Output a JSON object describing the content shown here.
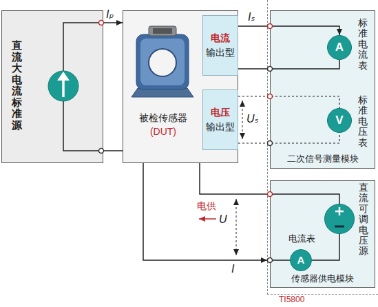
{
  "diagram": {
    "nodes": [
      {
        "text": [
          "直流大电流标准源"
        ]
      },
      {
        "text": [
          "被检传感器",
          "(DUT)"
        ]
      },
      {
        "text": [
          "电流",
          "输出型"
        ],
        "in": 1
      },
      {
        "text": [
          "电压",
          "输出型"
        ],
        "in": 1
      },
      {
        "text": [
          "TI5800"
        ]
      },
      {
        "text": [
          "二次信号测量模块"
        ],
        "in": 4
      },
      {
        "text": [
          "A",
          "标准电流表"
        ],
        "in": 5
      },
      {
        "text": [
          "V",
          "标准电压表"
        ],
        "in": 5
      },
      {
        "text": [
          "传感器供电模块"
        ],
        "in": 4
      },
      {
        "text": [
          "直流可调电压源"
        ],
        "in": 8
      },
      {
        "text": [
          "电流表",
          "A"
        ],
        "in": 8
      }
    ],
    "edges": [
      {
        "from": 0,
        "to": 1,
        "arrow": "to",
        "label": "Iₚ"
      },
      {
        "from": 0,
        "to": 1,
        "arrow": "none"
      },
      {
        "from": 2,
        "to": 6,
        "arrow": "to",
        "label": "Iₛ"
      },
      {
        "from": 2,
        "to": 6,
        "arrow": "none"
      },
      {
        "from": 3,
        "to": 7,
        "arrow": "none"
      },
      {
        "from": 3,
        "to": 7,
        "arrow": "none"
      },
      {
        "from": 1,
        "to": 8,
        "arrow": "none"
      },
      {
        "from": 1,
        "to": 8,
        "arrow": "to",
        "label": "I"
      }
    ],
    "labels": [
      "Uₛ",
      "电供",
      "U"
    ]
  }
}
